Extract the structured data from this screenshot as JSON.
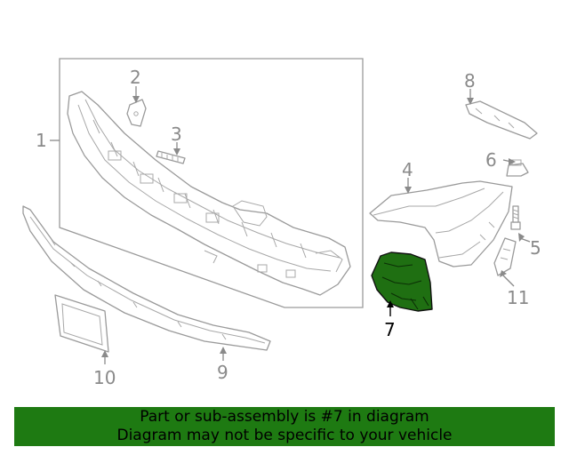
{
  "diagram": {
    "callouts": {
      "c1": "1",
      "c2": "2",
      "c3": "3",
      "c4": "4",
      "c5": "5",
      "c6": "6",
      "c7": "7",
      "c8": "8",
      "c9": "9",
      "c10": "10",
      "c11": "11"
    },
    "selected_part": "7",
    "colors": {
      "highlight_fill": "#1f6f12",
      "line_gray": "#9a9a9a",
      "banner_bg": "#1e7a12"
    }
  },
  "banner": {
    "line1": "Part or sub-assembly is #7 in diagram",
    "line2": "Diagram may not be specific to your vehicle"
  }
}
